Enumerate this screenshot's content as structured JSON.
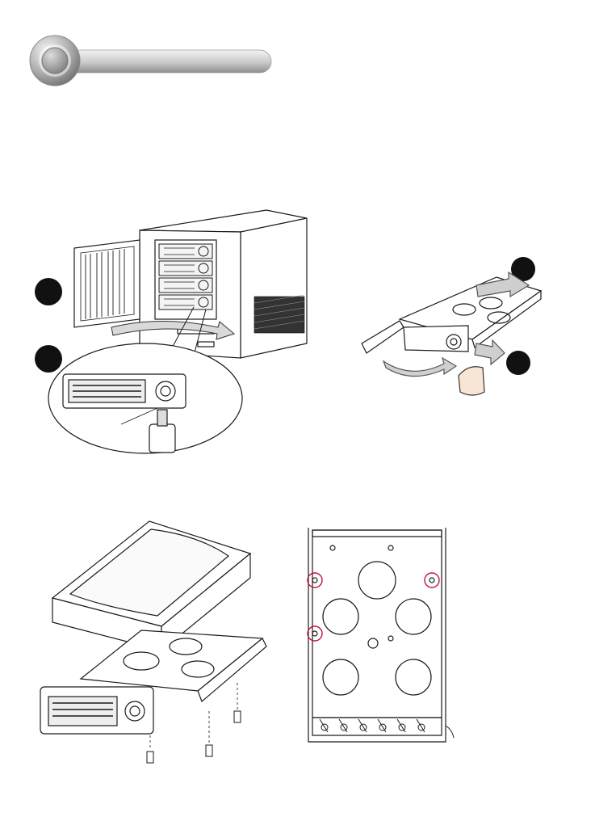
{
  "page": {
    "background": "#ffffff",
    "line_color": "#1a1a1a",
    "accent_circle_color": "#c0163f",
    "header_bar_gradient": [
      "#f2f2f2",
      "#9a9a9a"
    ]
  },
  "header": {
    "title": "",
    "icon": "chrome-circle-icon"
  },
  "figures": [
    {
      "id": "nas-front-door-open",
      "icon": "nas-enclosure-illustration"
    },
    {
      "id": "tray-eject",
      "icon": "drive-tray-eject-illustration"
    },
    {
      "id": "hdd-into-tray",
      "icon": "hdd-mount-illustration"
    },
    {
      "id": "tray-bottom-screws",
      "icon": "tray-bottom-view-illustration"
    }
  ],
  "step_markers": [
    {
      "name": "step-marker-1",
      "label": ""
    },
    {
      "name": "step-marker-2",
      "label": ""
    },
    {
      "name": "step-marker-3",
      "label": ""
    },
    {
      "name": "step-marker-4",
      "label": ""
    }
  ]
}
